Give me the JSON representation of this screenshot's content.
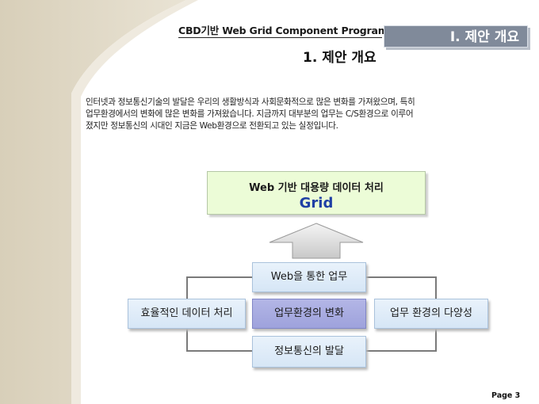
{
  "header": {
    "title": "CBD기반 Web Grid Component Program",
    "section_tab": "Ⅰ. 제안 개요"
  },
  "subtitle": "1. 제안 개요",
  "intro_lines": [
    "인터넷과 정보통신기술의 발달은 우리의 생활방식과 사회문화적으로 많은 변화를 가져왔으며, 특히",
    "업무환경에서의 변화에 많은 변화를 가져왔습니다. 지금까지 대부분의 업무는 C/S환경으로 이루어",
    "졌지만 정보통신의 시대인 지금은 Web환경으로 전환되고 있는 실정입니다."
  ],
  "diagram": {
    "top_box": {
      "line1": "Web 기반 대용량 데이터 처리",
      "line2": "Grid"
    },
    "nodes": {
      "top": "Web을 통한 업무",
      "left": "효율적인 데이터 처리",
      "center": "업무환경의 변화",
      "right": "업무 환경의 다양성",
      "bottom": "정보통신의 발달"
    }
  },
  "page": "Page 3",
  "colors": {
    "grid_text": "#1f3fa5",
    "top_box_bg": "#ecfcd7",
    "center_node_bg": "#a8abe0",
    "node_bg": "#dde9f7",
    "tab_bg": "#808a9a"
  }
}
